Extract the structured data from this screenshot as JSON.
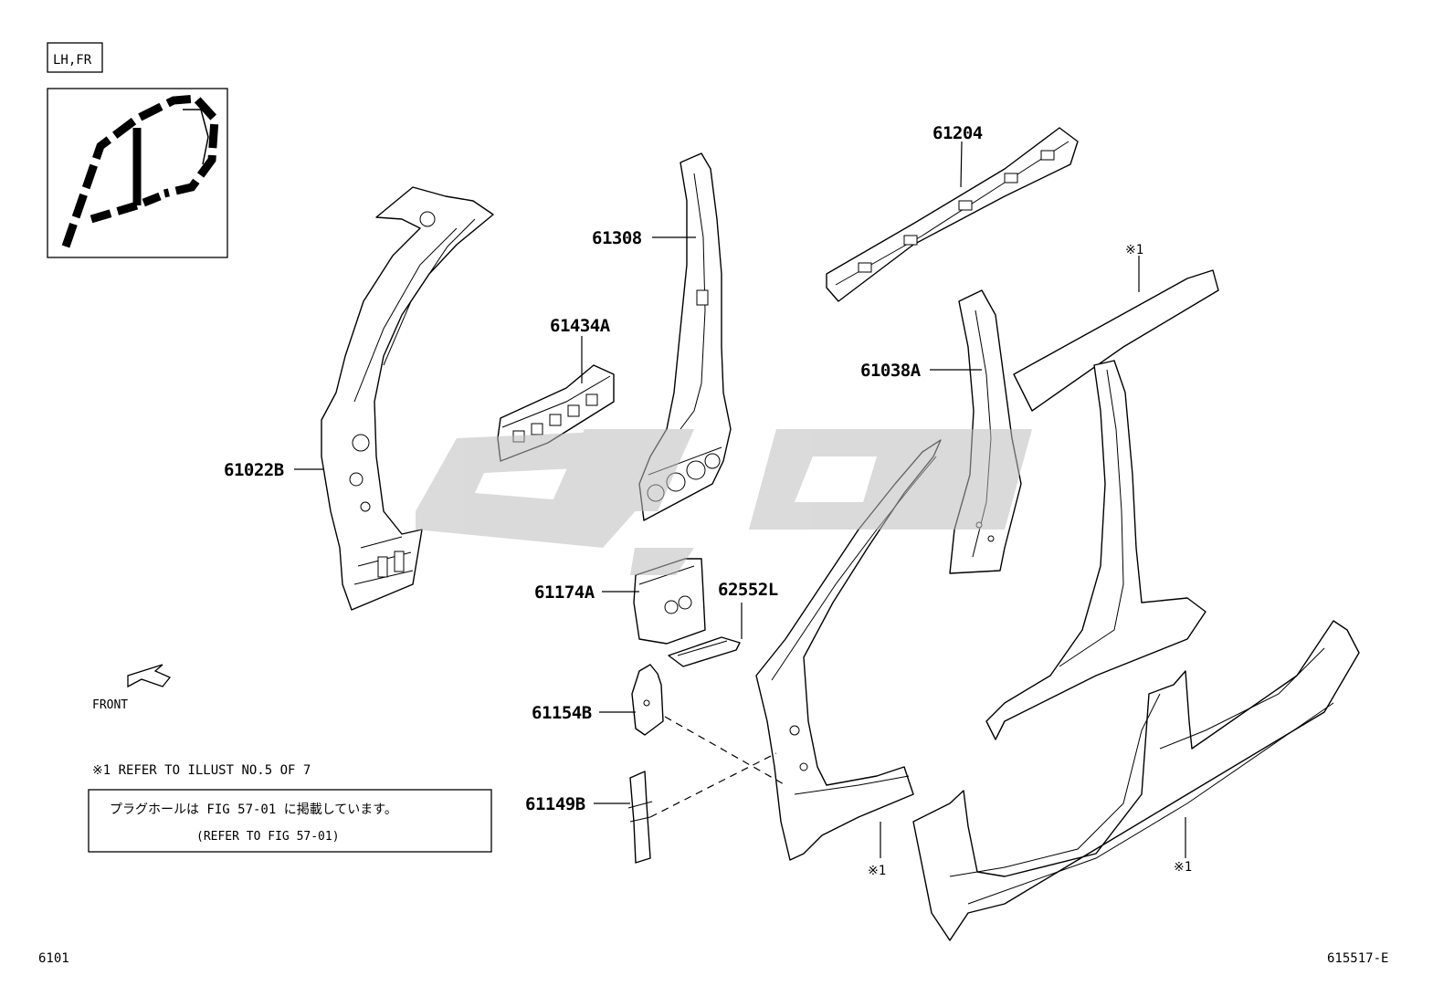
{
  "variant_tag": "LH,FR",
  "front_label": "FRONT",
  "note_ref": "※1  REFER TO ILLUST NO.5 OF 7",
  "note_box_jp": "プラグホールは FIG 57-01 に掲載しています。",
  "note_box_en": "(REFER TO FIG 57-01)",
  "page_code_left": "6101",
  "page_code_right": "615517-E",
  "ref_mark": "※1",
  "watermark_text": "ﺳﯿﺮﻭ",
  "parts": {
    "p61204": "61204",
    "p61308": "61308",
    "p61434A": "61434A",
    "p61038A": "61038A",
    "p61022B": "61022B",
    "p61174A": "61174A",
    "p62552L": "62552L",
    "p61154B": "61154B",
    "p61149B": "61149B"
  },
  "colors": {
    "line": "#000000",
    "watermark": "#bdbdbd",
    "background": "#ffffff"
  }
}
